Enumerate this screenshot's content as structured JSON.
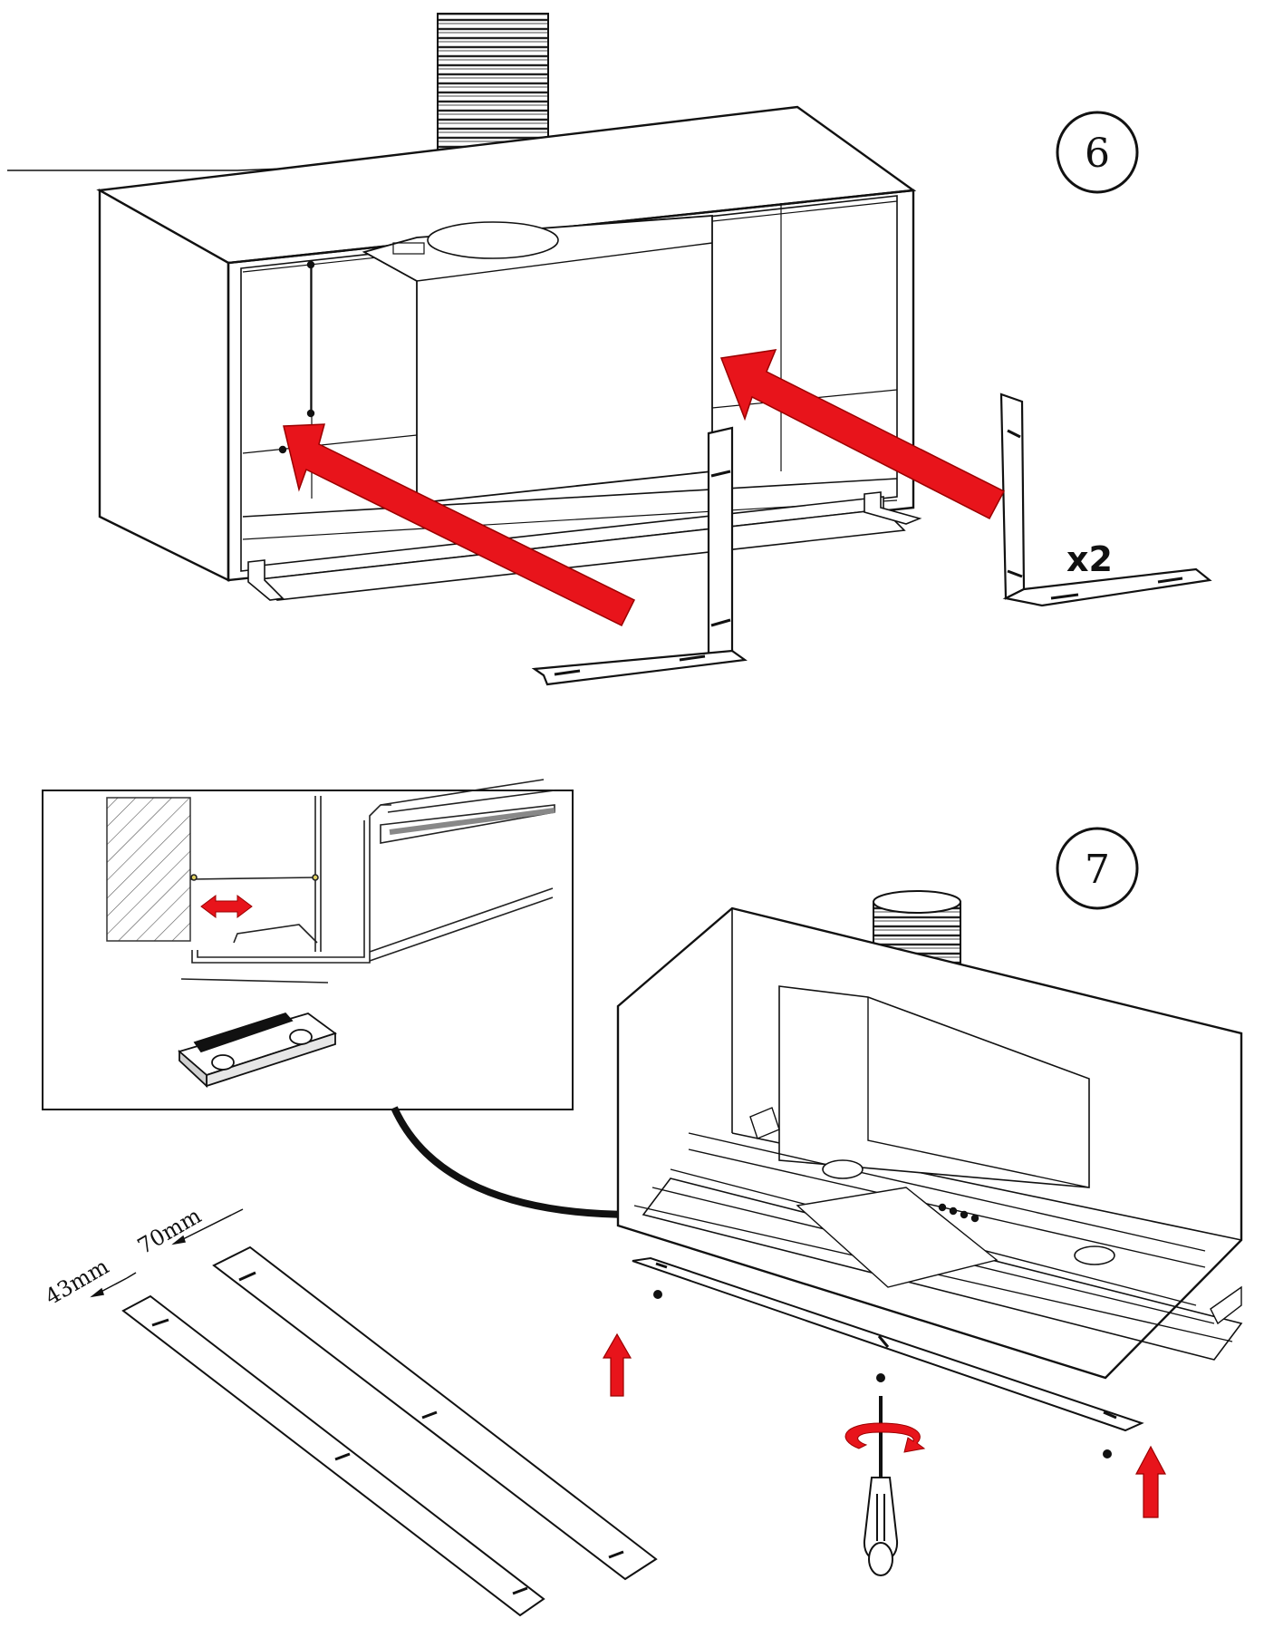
{
  "steps": [
    {
      "number": "6",
      "quantity_label": "x2"
    },
    {
      "number": "7",
      "dimensions": [
        "43mm",
        "70mm"
      ]
    }
  ],
  "colors": {
    "arrow": "#e8141b",
    "line": "#1a1a1a",
    "hatch": "#555555",
    "background": "#ffffff"
  },
  "icons": [
    "ducting-hose",
    "hood-box",
    "l-bracket",
    "insertion-arrow",
    "detail-inset",
    "measuring-gauge",
    "screwdriver",
    "rotate-arrow",
    "up-arrow",
    "mounting-strip"
  ]
}
